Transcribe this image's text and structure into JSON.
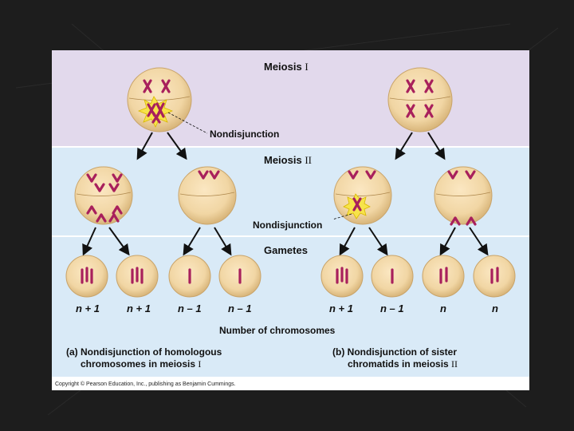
{
  "meiosis1": {
    "label": "Meiosis",
    "numeral": "I"
  },
  "meiosis2": {
    "label": "Meiosis",
    "numeral": "II"
  },
  "gametes": {
    "label": "Gametes"
  },
  "nondisjunction_1": "Nondisjunction",
  "nondisjunction_2": "Nondisjunction",
  "gamete_counts": [
    "n + 1",
    "n + 1",
    "n – 1",
    "n – 1",
    "n + 1",
    "n – 1",
    "n",
    "n"
  ],
  "axis_caption": "Number of chromosomes",
  "caption_a": {
    "line1": "(a) Nondisjunction of homologous",
    "line2": "chromosomes in meiosis",
    "numeral": "I"
  },
  "caption_b": {
    "line1": "(b) Nondisjunction of sister",
    "line2": "chromatids in meiosis",
    "numeral": "II"
  },
  "copyright": "Copyright © Pearson Education, Inc., publishing as Benjamin Cummings.",
  "colors": {
    "slide_background": "#1d1d1d",
    "meiosis1_band": "#e2d9ec",
    "meiosis2_band": "#d9eaf7",
    "gametes_band": "#d9eaf7",
    "cell_fill": "#f1d6a4",
    "chromosome": "#a8205c",
    "starburst": "#f7e34a"
  },
  "icons": {
    "cell": "cell-circle",
    "chromosome": "chromosome-glyph",
    "burst": "starburst-icon",
    "arrow": "arrow-down-icon"
  }
}
